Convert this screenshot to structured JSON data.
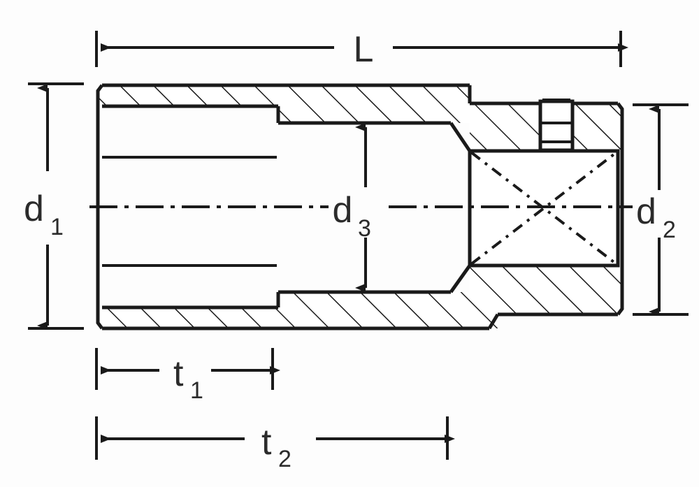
{
  "drawing": {
    "title": "Socket wrench cross-section technical drawing",
    "type": "engineering-section-view",
    "line_color": "#1a1a1a",
    "hatch_color": "#1a1a1a",
    "background": "#fdfdfd",
    "text_color": "#2b2b2b"
  },
  "dimensions": {
    "L": {
      "label": "L",
      "sub": "",
      "kind": "horizontal",
      "description": "overall length"
    },
    "d1": {
      "label": "d",
      "sub": "1",
      "kind": "vertical",
      "description": "outer diameter at socket end"
    },
    "d2": {
      "label": "d",
      "sub": "2",
      "kind": "vertical",
      "description": "outer diameter at drive end"
    },
    "d3": {
      "label": "d",
      "sub": "3",
      "kind": "vertical",
      "description": "internal bore diameter"
    },
    "t1": {
      "label": "t",
      "sub": "1",
      "kind": "horizontal",
      "description": "hex socket depth"
    },
    "t2": {
      "label": "t",
      "sub": "2",
      "kind": "horizontal",
      "description": "total bore depth"
    }
  },
  "features": {
    "hex_socket": "hex-socket-bore",
    "square_drive": "square-drive-recess",
    "ball_detent": "ball-detent-pin",
    "center_axis": "center-axis-line"
  }
}
